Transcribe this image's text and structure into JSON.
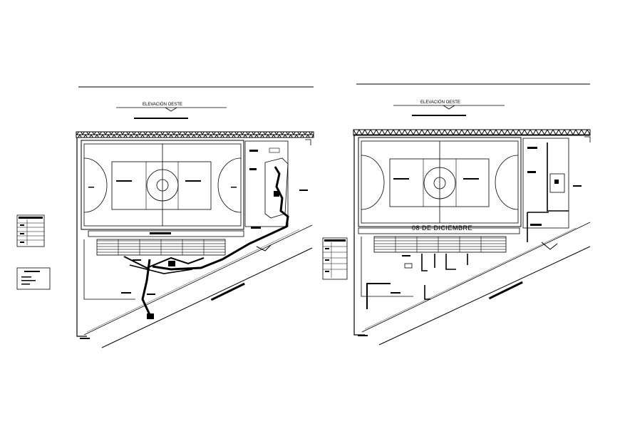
{
  "sheet": {
    "background": "#ffffff",
    "line_color": "#000000"
  },
  "plan_left": {
    "elevation_label": "ELEVACIÓN OESTE"
  },
  "plan_right": {
    "elevation_label": "ELEVACIÓN OESTE",
    "street_label": "08 DE DICIEMBRE"
  }
}
